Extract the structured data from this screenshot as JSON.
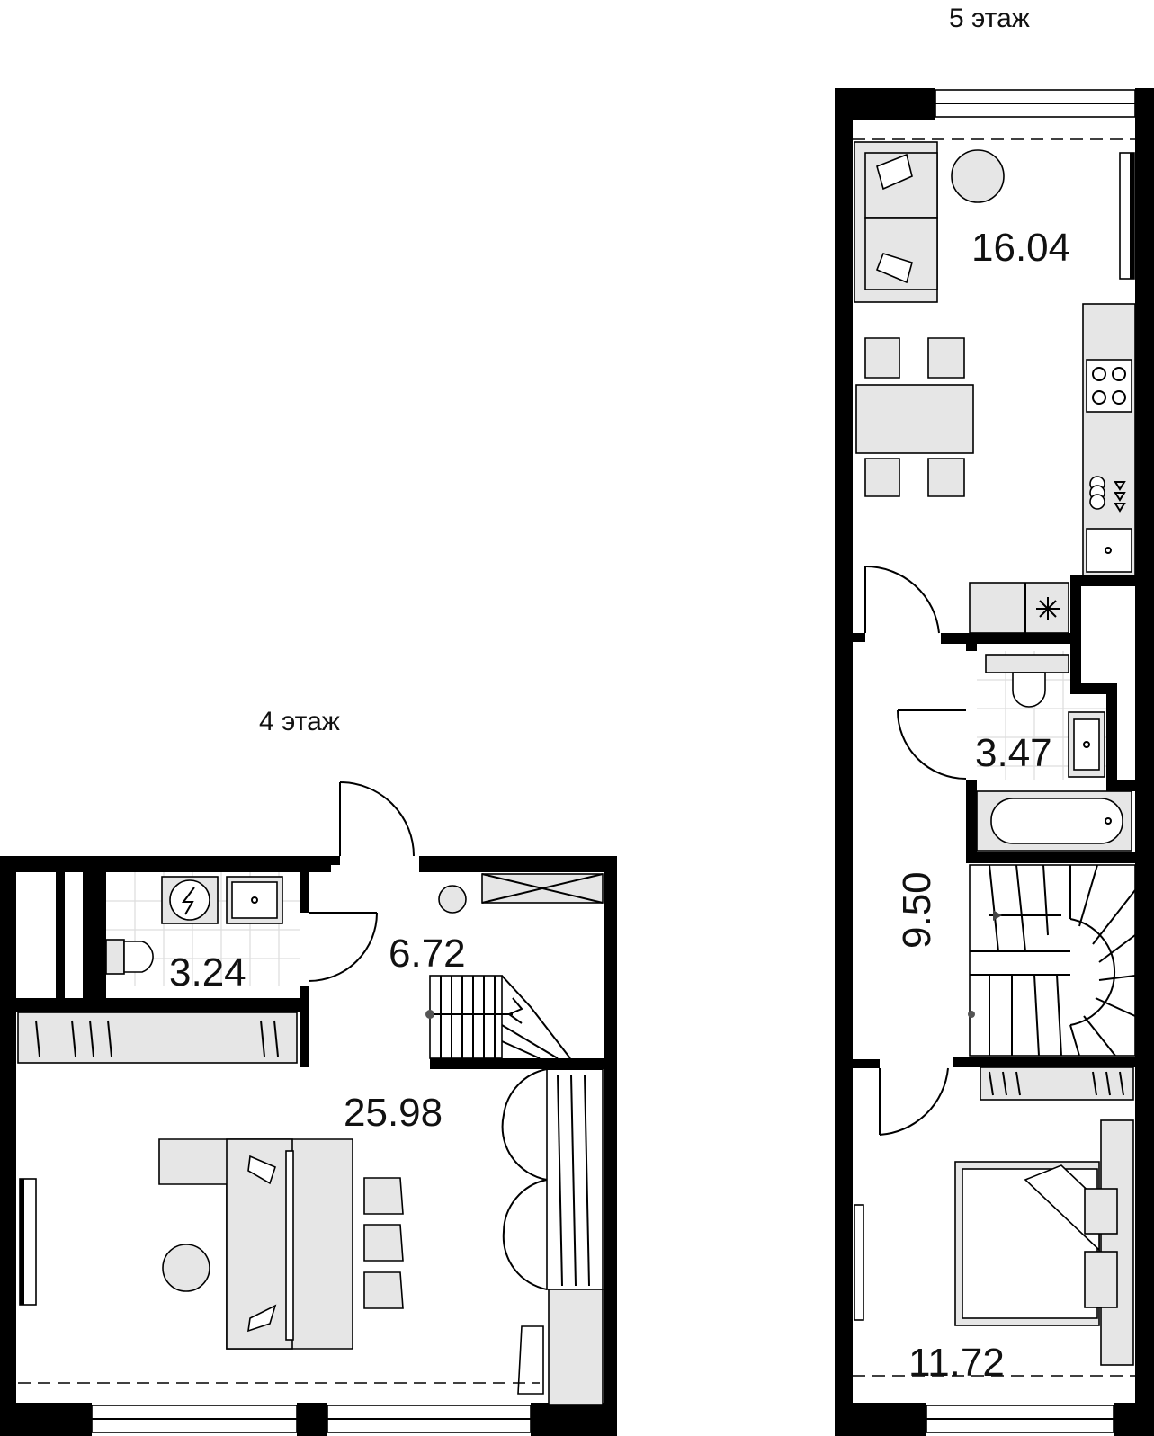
{
  "floors": [
    {
      "label": "4 этаж",
      "rooms": [
        {
          "id": "bathroom",
          "area": "3.24"
        },
        {
          "id": "hall",
          "area": "6.72"
        },
        {
          "id": "living",
          "area": "25.98"
        }
      ]
    },
    {
      "label": "5 этаж",
      "rooms": [
        {
          "id": "kitchen-living",
          "area": "16.04"
        },
        {
          "id": "bathroom",
          "area": "3.47"
        },
        {
          "id": "corridor",
          "area": "9.50"
        },
        {
          "id": "bedroom",
          "area": "11.72"
        }
      ]
    }
  ],
  "icons": {
    "fridge": "snowflake-icon",
    "boiler": "lightning-icon",
    "stove": "cooktop-icon"
  }
}
